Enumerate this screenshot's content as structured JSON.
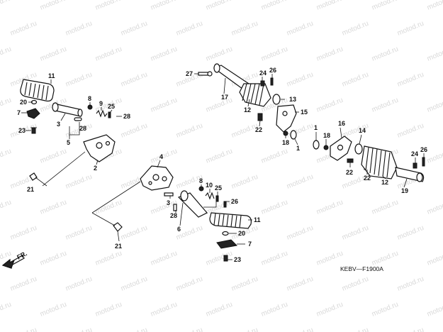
{
  "watermark": "motod.ru",
  "diagram_code": "KEBV—F1900A",
  "direction_label": "FR.",
  "part_labels": [
    {
      "id": "n11a",
      "text": "11"
    },
    {
      "id": "n20a",
      "text": "20"
    },
    {
      "id": "n7a",
      "text": "7"
    },
    {
      "id": "n23a",
      "text": "23"
    },
    {
      "id": "n3a",
      "text": "3"
    },
    {
      "id": "n8a",
      "text": "8"
    },
    {
      "id": "n9a",
      "text": "9"
    },
    {
      "id": "n25a",
      "text": "25"
    },
    {
      "id": "n28a",
      "text": "28"
    },
    {
      "id": "n28b",
      "text": "28"
    },
    {
      "id": "n5a",
      "text": "5"
    },
    {
      "id": "n2a",
      "text": "2"
    },
    {
      "id": "n21a",
      "text": "21"
    },
    {
      "id": "n4a",
      "text": "4"
    },
    {
      "id": "n8b",
      "text": "8"
    },
    {
      "id": "n10a",
      "text": "10"
    },
    {
      "id": "n25b",
      "text": "25"
    },
    {
      "id": "n3b",
      "text": "3"
    },
    {
      "id": "n28c",
      "text": "28"
    },
    {
      "id": "n6a",
      "text": "6"
    },
    {
      "id": "n26a",
      "text": "26"
    },
    {
      "id": "n11b",
      "text": "11"
    },
    {
      "id": "n20b",
      "text": "20"
    },
    {
      "id": "n7b",
      "text": "7"
    },
    {
      "id": "n23b",
      "text": "23"
    },
    {
      "id": "n21b",
      "text": "21"
    },
    {
      "id": "n27a",
      "text": "27"
    },
    {
      "id": "n17a",
      "text": "17"
    },
    {
      "id": "n24a",
      "text": "24"
    },
    {
      "id": "n26b",
      "text": "26"
    },
    {
      "id": "n12a",
      "text": "12"
    },
    {
      "id": "n13a",
      "text": "13"
    },
    {
      "id": "n15a",
      "text": "15"
    },
    {
      "id": "n22a",
      "text": "22"
    },
    {
      "id": "n18a",
      "text": "18"
    },
    {
      "id": "n1a",
      "text": "1"
    },
    {
      "id": "n1b",
      "text": "1"
    },
    {
      "id": "n18b",
      "text": "18"
    },
    {
      "id": "n16a",
      "text": "16"
    },
    {
      "id": "n14a",
      "text": "14"
    },
    {
      "id": "n22b",
      "text": "22"
    },
    {
      "id": "n22c",
      "text": "22"
    },
    {
      "id": "n12b",
      "text": "12"
    },
    {
      "id": "n24b",
      "text": "24"
    },
    {
      "id": "n26c",
      "text": "26"
    },
    {
      "id": "n19a",
      "text": "19"
    }
  ]
}
